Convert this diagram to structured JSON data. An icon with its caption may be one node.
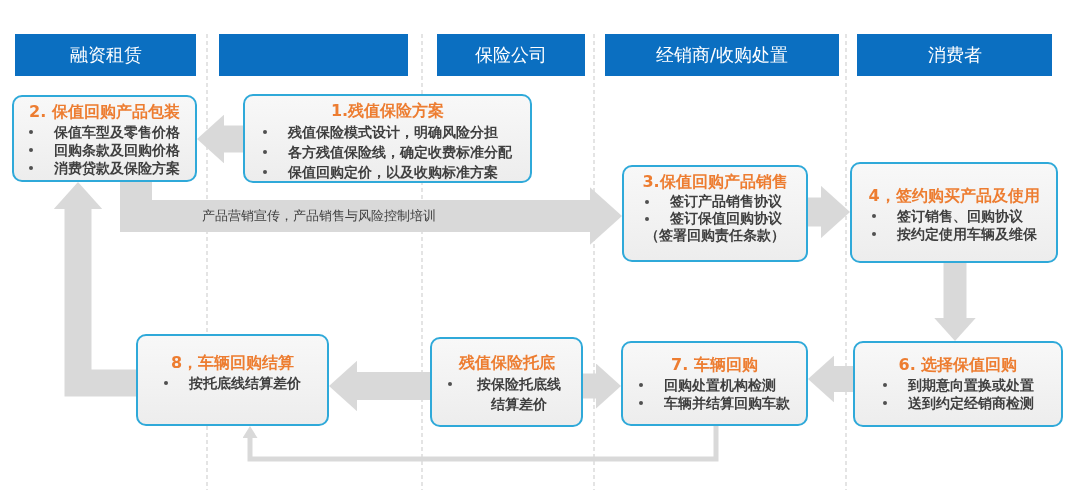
{
  "diagram": {
    "nodes": [
      {
        "text": [
          "融资租赁"
        ]
      },
      {
        "text": [],
        "shape": "box"
      },
      {
        "text": [
          "保险公司"
        ]
      },
      {
        "text": [
          "经销商/收购处置"
        ]
      },
      {
        "text": [
          "消费者"
        ]
      },
      {
        "text": [
          "2. 保值回购产品包装",
          "保值车型及零售价格",
          "回购条款及回购价格",
          "消费贷款及保险方案"
        ]
      },
      {
        "text": [
          "1.残值保险方案",
          "残值保险模式设计，明确风险分担",
          "各方残值保险线，确定收费标准分配",
          "保值回购定价，以及收购标准方案"
        ]
      },
      {
        "text": [
          "3.保值回购产品销售",
          "签订产品销售协议",
          "签订保值回购协议",
          "（签署回购责任条款）"
        ]
      },
      {
        "text": [
          "4，签约购买产品及使用",
          "签订销售、回购协议",
          "按约定使用车辆及维保"
        ]
      },
      {
        "text": [
          "8，车辆回购结算",
          "按托底线结算差价"
        ]
      },
      {
        "text": [
          "残值保险托底",
          "按保险托底线结算差价"
        ]
      },
      {
        "text": [
          "7. 车辆回购",
          "回购处置机构检测",
          "车辆并结算回购车款"
        ]
      },
      {
        "text": [
          "6. 选择保值回购",
          "到期意向置换或处置",
          "送到约定经销商检测"
        ]
      }
    ],
    "edges": [
      {
        "from": 6,
        "to": 5,
        "arrow": "to"
      },
      {
        "from": 5,
        "to": 7,
        "arrow": "to",
        "label": "产品营销宣传，产品销售与风险控制培训"
      },
      {
        "from": 7,
        "to": 8,
        "arrow": "to"
      },
      {
        "from": 8,
        "to": 12,
        "arrow": "to"
      },
      {
        "from": 12,
        "to": 11,
        "arrow": "to"
      },
      {
        "from": 10,
        "to": 11,
        "arrow": "to"
      },
      {
        "from": 10,
        "to": 9,
        "arrow": "to"
      },
      {
        "from": 11,
        "to": 9,
        "arrow": "to"
      },
      {
        "from": 9,
        "to": 5,
        "arrow": "to"
      }
    ]
  }
}
